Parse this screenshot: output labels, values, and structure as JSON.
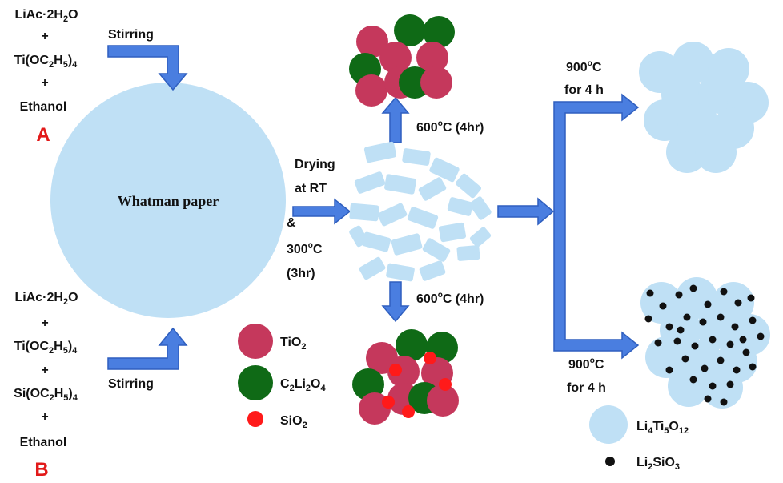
{
  "reactants_a": {
    "line1_main": "LiAc·2H",
    "line1_sub": "2",
    "line1_tail": "O",
    "plus1": "+",
    "line2_main": "Ti(OC",
    "line2_sub1": "2",
    "line2_mid": "H",
    "line2_sub2": "5",
    "line2_tail": ")",
    "line2_sub3": "4",
    "plus2": "+",
    "line3": "Ethanol",
    "label": "A"
  },
  "reactants_b": {
    "line1_main": "LiAc·2H",
    "line1_sub": "2",
    "line1_tail": "O",
    "plus1": "+",
    "line2_main": "Ti(OC",
    "line2_sub1": "2",
    "line2_mid": "H",
    "line2_sub2": "5",
    "line2_tail": ")",
    "line2_sub3": "4",
    "plus2": "+",
    "line3_main": "Si(OC",
    "line3_sub1": "2",
    "line3_mid": "H",
    "line3_sub2": "5",
    "line3_tail": ")",
    "line3_sub3": "4",
    "plus3": "+",
    "line4": "Ethanol",
    "label": "B"
  },
  "steps": {
    "stirring_top": "Stirring",
    "stirring_bottom": "Stirring",
    "paper": "Whatman paper",
    "drying_1": "Drying",
    "drying_2": "at RT",
    "drying_3": "&",
    "drying_4_main": "300",
    "drying_4_sup": "o",
    "drying_4_tail": "C",
    "drying_5": "(3hr)",
    "calc_top_main": "600",
    "calc_top_sup": "o",
    "calc_top_tail": "C (4hr)",
    "calc_bottom_main": "600",
    "calc_bottom_sup": "o",
    "calc_bottom_tail": "C (4hr)",
    "final_top_1_main": "900",
    "final_top_1_sup": "o",
    "final_top_1_tail": "C",
    "final_top_2": "for 4 h",
    "final_bottom_1_main": "900",
    "final_bottom_1_sup": "o",
    "final_bottom_1_tail": "C",
    "final_bottom_2": "for 4 h"
  },
  "legend": {
    "tio2_main": "TiO",
    "tio2_sub": "2",
    "c2li2o4_a": "C",
    "c2li2o4_s1": "2",
    "c2li2o4_b": "Li",
    "c2li2o4_s2": "2",
    "c2li2o4_c": "O",
    "c2li2o4_s3": "4",
    "sio2_main": "SiO",
    "sio2_sub": "2",
    "lto_a": "Li",
    "lto_s1": "4",
    "lto_b": "Ti",
    "lto_s2": "5",
    "lto_c": "O",
    "lto_s3": "12",
    "lso_a": "Li",
    "lso_s1": "2",
    "lso_b": "SiO",
    "lso_s2": "3"
  },
  "colors": {
    "arrow": "#4a7ee0",
    "arrow_edge": "#2f5fbf",
    "paper": "#bfe0f5",
    "tio2": "#c5385c",
    "c2li2o4": "#0f6a16",
    "sio2": "#ff1a1a",
    "label_red": "#e21a1a",
    "dot": "#111111"
  }
}
